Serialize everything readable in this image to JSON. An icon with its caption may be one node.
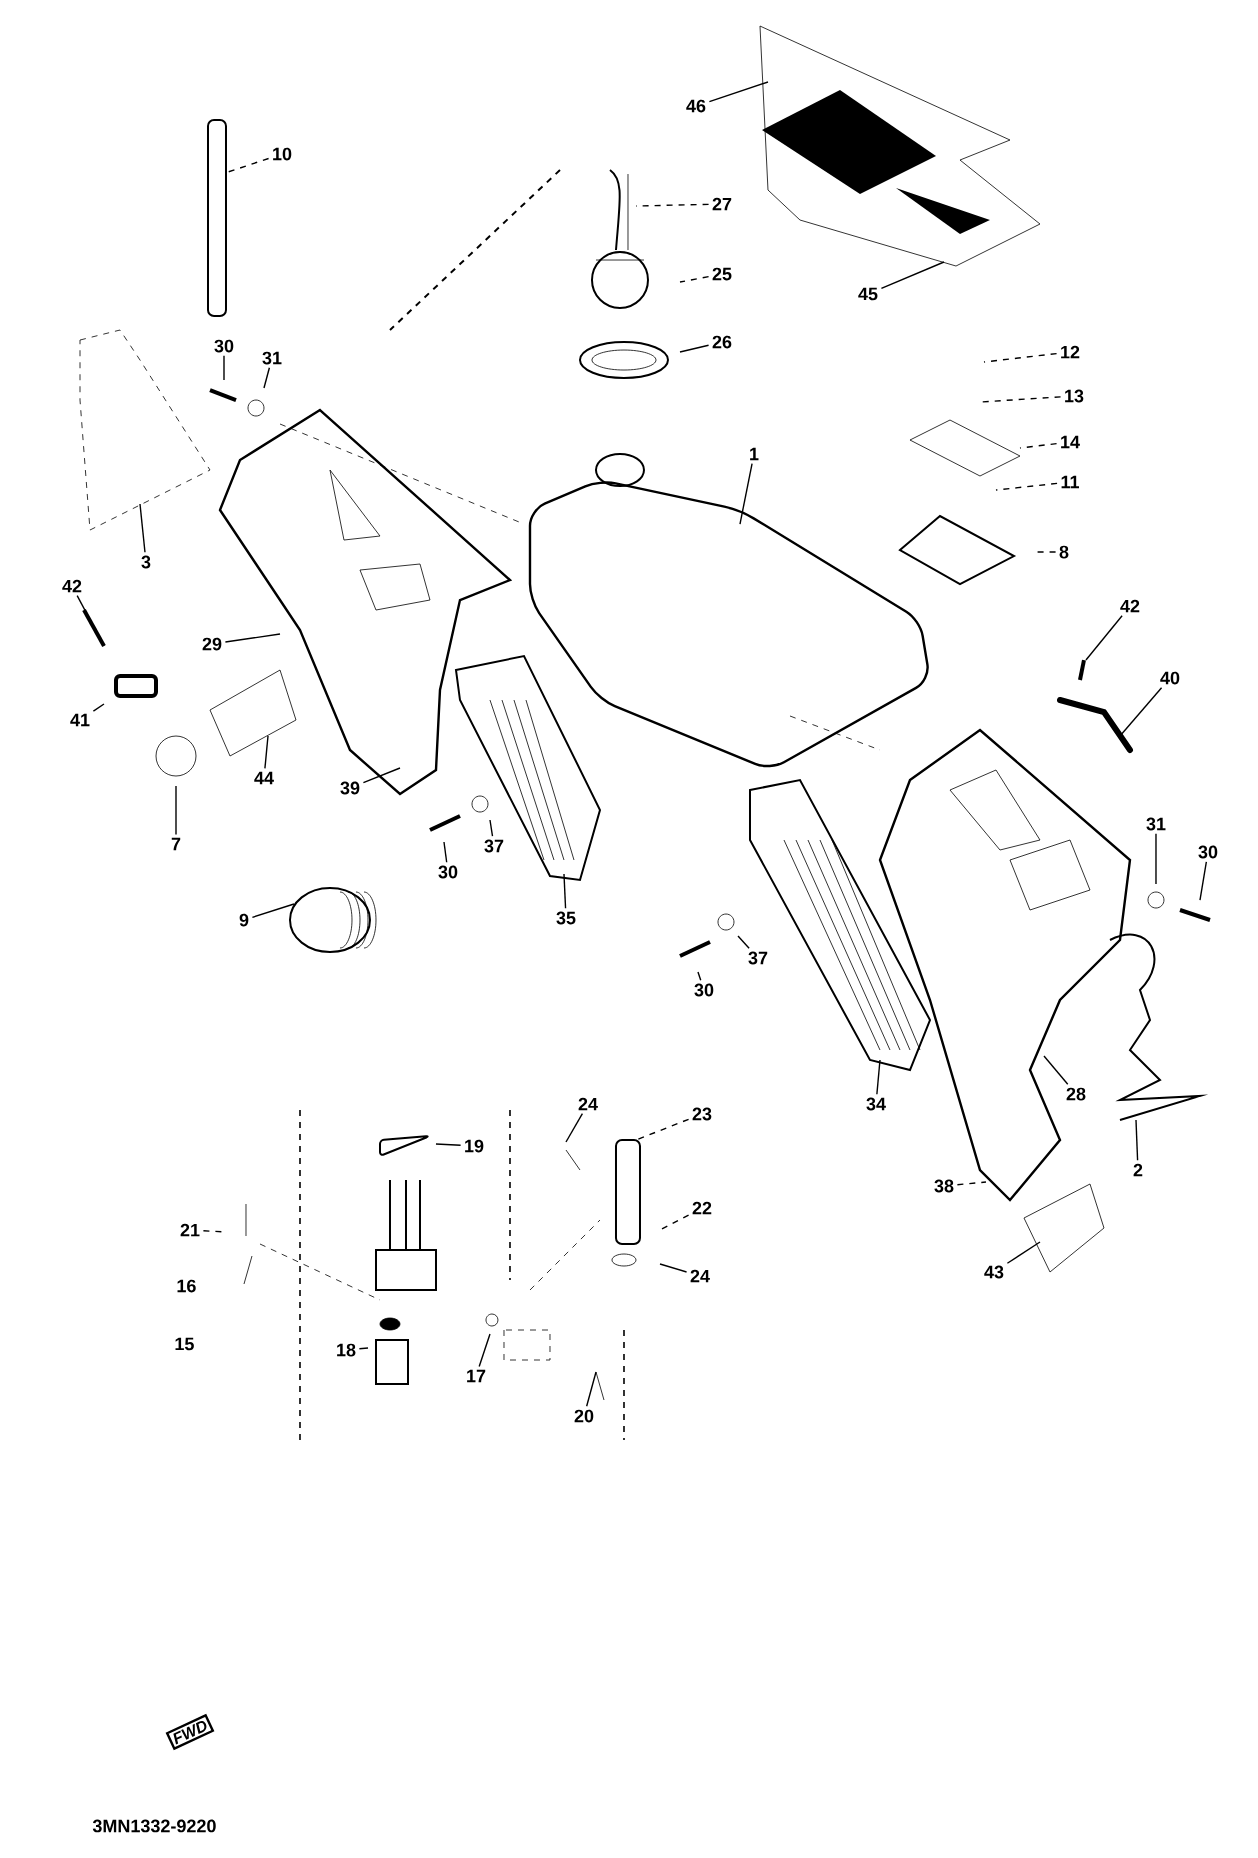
{
  "diagram": {
    "nodes": [
      {
        "text": [
          "46"
        ]
      },
      {
        "text": [
          "10"
        ]
      },
      {
        "text": [
          "27"
        ]
      },
      {
        "text": [
          "25"
        ]
      },
      {
        "text": [
          "45"
        ]
      },
      {
        "text": [
          "26"
        ]
      },
      {
        "text": [
          "12"
        ]
      },
      {
        "text": [
          "30"
        ]
      },
      {
        "text": [
          "31"
        ]
      },
      {
        "text": [
          "13"
        ]
      },
      {
        "text": [
          "14"
        ]
      },
      {
        "text": [
          "1"
        ]
      },
      {
        "text": [
          "11"
        ]
      },
      {
        "text": [
          "8"
        ]
      },
      {
        "text": [
          "3"
        ]
      },
      {
        "text": [
          "42"
        ]
      },
      {
        "text": [
          "42"
        ]
      },
      {
        "text": [
          "29"
        ]
      },
      {
        "text": [
          "40"
        ]
      },
      {
        "text": [
          "41"
        ]
      },
      {
        "text": [
          "44"
        ]
      },
      {
        "text": [
          "39"
        ]
      },
      {
        "text": [
          "31"
        ]
      },
      {
        "text": [
          "7"
        ]
      },
      {
        "text": [
          "37"
        ]
      },
      {
        "text": [
          "30"
        ]
      },
      {
        "text": [
          "30"
        ]
      },
      {
        "text": [
          "9"
        ]
      },
      {
        "text": [
          "35"
        ]
      },
      {
        "text": [
          "37"
        ]
      },
      {
        "text": [
          "30"
        ]
      },
      {
        "text": [
          "28"
        ]
      },
      {
        "text": [
          "34"
        ]
      },
      {
        "text": [
          "24"
        ]
      },
      {
        "text": [
          "23"
        ]
      },
      {
        "text": [
          "19"
        ]
      },
      {
        "text": [
          "2"
        ]
      },
      {
        "text": [
          "38"
        ]
      },
      {
        "text": [
          "22"
        ]
      },
      {
        "text": [
          "21"
        ]
      },
      {
        "text": [
          "43"
        ]
      },
      {
        "text": [
          "24"
        ]
      },
      {
        "text": [
          "18"
        ]
      },
      {
        "text": [
          "17"
        ]
      },
      {
        "text": [
          "20"
        ]
      },
      {
        "text": [
          "FWD"
        ]
      }
    ],
    "edges": [
      {
        "from": 0,
        "to": null,
        "arrow": "none"
      },
      {
        "from": 1,
        "to": null,
        "arrow": "none",
        "style": "dashed"
      },
      {
        "from": 2,
        "to": null,
        "arrow": "none",
        "style": "dashed"
      },
      {
        "from": 3,
        "to": null,
        "arrow": "none",
        "style": "dashed"
      },
      {
        "from": 4,
        "to": null,
        "arrow": "none"
      },
      {
        "from": 5,
        "to": null,
        "arrow": "none"
      },
      {
        "from": 6,
        "to": null,
        "arrow": "none",
        "style": "dashed"
      },
      {
        "from": 7,
        "to": null,
        "arrow": "none"
      },
      {
        "from": 8,
        "to": null,
        "arrow": "none"
      },
      {
        "from": 9,
        "to": null,
        "arrow": "none",
        "style": "dashed"
      },
      {
        "from": 10,
        "to": null,
        "arrow": "none",
        "style": "dashed"
      },
      {
        "from": 11,
        "to": null,
        "arrow": "none"
      },
      {
        "from": 12,
        "to": null,
        "arrow": "none",
        "style": "dashed"
      },
      {
        "from": 13,
        "to": null,
        "arrow": "none",
        "style": "dashed"
      },
      {
        "from": 14,
        "to": null,
        "arrow": "none"
      },
      {
        "from": 15,
        "to": null,
        "arrow": "none"
      },
      {
        "from": 16,
        "to": null,
        "arrow": "none"
      },
      {
        "from": 17,
        "to": null,
        "arrow": "none"
      },
      {
        "from": 18,
        "to": null,
        "arrow": "none"
      },
      {
        "from": 19,
        "to": null,
        "arrow": "none"
      },
      {
        "from": 20,
        "to": null,
        "arrow": "none"
      },
      {
        "from": 21,
        "to": null,
        "arrow": "none"
      },
      {
        "from": 22,
        "to": null,
        "arrow": "none"
      },
      {
        "from": 23,
        "to": null,
        "arrow": "none"
      },
      {
        "from": 24,
        "to": null,
        "arrow": "none"
      },
      {
        "from": 25,
        "to": null,
        "arrow": "none"
      },
      {
        "from": 26,
        "to": null,
        "arrow": "none"
      },
      {
        "from": 27,
        "to": null,
        "arrow": "none"
      },
      {
        "from": 28,
        "to": null,
        "arrow": "none"
      },
      {
        "from": 29,
        "to": null,
        "arrow": "none"
      },
      {
        "from": 30,
        "to": null,
        "arrow": "none"
      },
      {
        "from": 31,
        "to": null,
        "arrow": "none"
      },
      {
        "from": 32,
        "to": null,
        "arrow": "none"
      },
      {
        "from": 33,
        "to": null,
        "arrow": "none"
      },
      {
        "from": 34,
        "to": null,
        "arrow": "none",
        "style": "dashed"
      },
      {
        "from": 35,
        "to": null,
        "arrow": "none"
      },
      {
        "from": 36,
        "to": null,
        "arrow": "none"
      },
      {
        "from": 37,
        "to": null,
        "arrow": "none",
        "style": "dashed"
      },
      {
        "from": 38,
        "to": null,
        "arrow": "none",
        "style": "dashed"
      },
      {
        "from": 39,
        "to": null,
        "arrow": "none",
        "style": "dashed"
      },
      {
        "from": 40,
        "to": null,
        "arrow": "none"
      },
      {
        "from": 41,
        "to": null,
        "arrow": "none"
      },
      {
        "from": 42,
        "to": null,
        "arrow": "none"
      },
      {
        "from": 43,
        "to": null,
        "arrow": "none"
      },
      {
        "from": 44,
        "to": null,
        "arrow": "none"
      }
    ],
    "labels": [
      "16",
      "15",
      "3MN1332-9220"
    ]
  }
}
